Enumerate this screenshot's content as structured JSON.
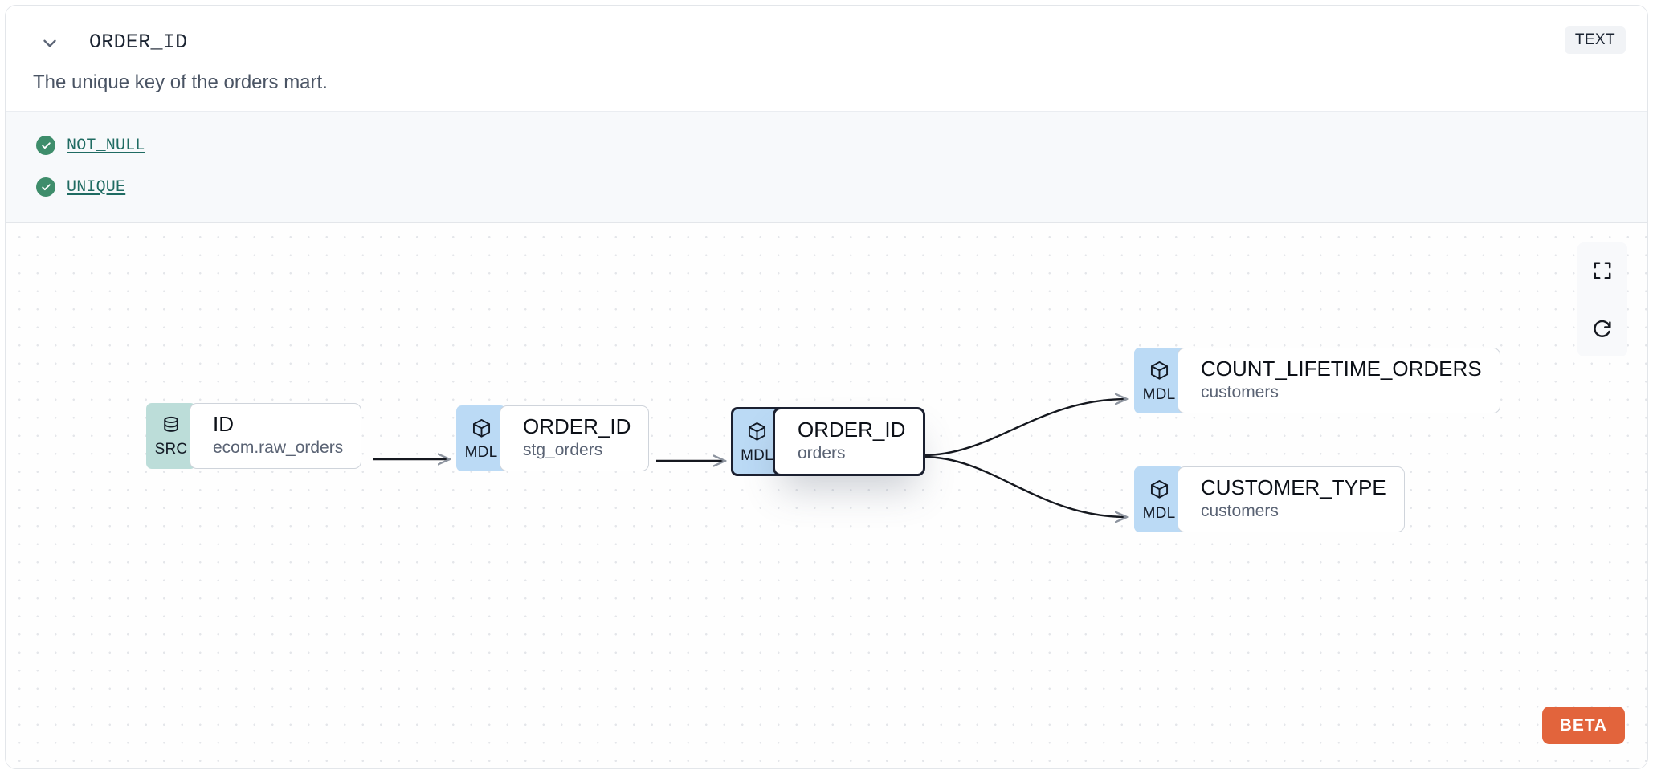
{
  "header": {
    "collapse_icon": "chevron-down-icon",
    "column_name": "ORDER_ID",
    "data_type_badge": "TEXT",
    "description": "The unique key of the orders mart."
  },
  "tests": {
    "items": [
      {
        "label": "NOT_NULL",
        "status": "passing",
        "status_icon": "check-circle-icon"
      },
      {
        "label": "UNIQUE",
        "status": "passing",
        "status_icon": "check-circle-icon"
      }
    ]
  },
  "lineage": {
    "nodes": [
      {
        "id": "src-id",
        "badge": "SRC",
        "badge_icon": "database-icon",
        "name": "ID",
        "subtitle": "ecom.raw_orders",
        "selected": false
      },
      {
        "id": "stg-order-id",
        "badge": "MDL",
        "badge_icon": "cube-icon",
        "name": "ORDER_ID",
        "subtitle": "stg_orders",
        "selected": false
      },
      {
        "id": "orders-order-id",
        "badge": "MDL",
        "badge_icon": "cube-icon",
        "name": "ORDER_ID",
        "subtitle": "orders",
        "selected": true
      },
      {
        "id": "count-lifetime",
        "badge": "MDL",
        "badge_icon": "cube-icon",
        "name": "COUNT_LIFETIME_ORDERS",
        "subtitle": "customers",
        "selected": false
      },
      {
        "id": "customer-type",
        "badge": "MDL",
        "badge_icon": "cube-icon",
        "name": "CUSTOMER_TYPE",
        "subtitle": "customers",
        "selected": false
      }
    ],
    "edges": [
      {
        "from": "src-id",
        "to": "stg-order-id",
        "style": "straight"
      },
      {
        "from": "stg-order-id",
        "to": "orders-order-id",
        "style": "straight"
      },
      {
        "from": "orders-order-id",
        "to": "count-lifetime",
        "style": "bezier"
      },
      {
        "from": "orders-order-id",
        "to": "customer-type",
        "style": "bezier"
      }
    ],
    "controls": [
      {
        "name": "fit-view",
        "icon": "fullscreen-icon"
      },
      {
        "name": "reset",
        "icon": "refresh-icon"
      }
    ],
    "beta_label": "BETA"
  },
  "colors": {
    "accent_beta": "#E2643C",
    "src_badge": "#BCDDD9",
    "mdl_badge": "#BBDAF5",
    "test_pass": "#3E8D6B",
    "link": "#1F6B62",
    "selected_border": "#1B2030"
  }
}
